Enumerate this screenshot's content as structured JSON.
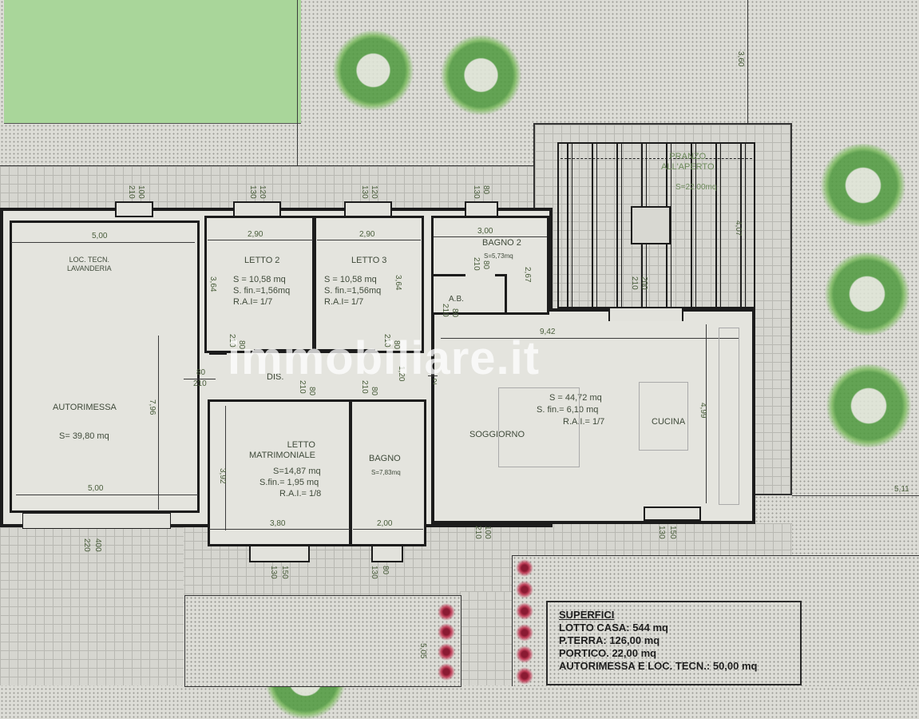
{
  "watermark": "immobiliare.it",
  "colors": {
    "lawn_green": "#a9d69a",
    "wall": "#1c1c1c",
    "label": "#3f4a3a",
    "dimension": "#4a5e3c",
    "flower": "#b0304e",
    "tree": "#4f9a3e"
  },
  "rooms": [
    {
      "id": "loc-tecn",
      "name": "LOC. TECN.\nLAVANDERIA",
      "area": "",
      "width_dim": "5,00"
    },
    {
      "id": "autorimessa",
      "name": "AUTORIMESSA",
      "area": "S= 39,80 mq",
      "width_dim": "5,00",
      "height_dim": "7,96"
    },
    {
      "id": "letto2",
      "name": "LETTO 2",
      "area": "S = 10,58 mq",
      "s_fin": "S. fin.=1,56mq",
      "rai": "R.A.I= 1/7",
      "width_dim": "2,90",
      "height_dim": "3,64"
    },
    {
      "id": "letto3",
      "name": "LETTO 3",
      "area": "S = 10,58 mq",
      "s_fin": "S. fin.=1,56mq",
      "rai": "R.A.I= 1/7",
      "width_dim": "2,90",
      "height_dim": "3,64"
    },
    {
      "id": "bagno2",
      "name": "BAGNO 2",
      "area": "S=5,73mq",
      "width_dim": "3,00",
      "height_dim": "2,67"
    },
    {
      "id": "ab",
      "name": "A.B."
    },
    {
      "id": "dis",
      "name": "DIS."
    },
    {
      "id": "matrimoniale",
      "name": "LETTO\nMATRIMONIALE",
      "area": "S=14,87 mq",
      "s_fin": "S.fin.= 1,95 mq",
      "rai": "R.A.I.= 1/8",
      "width_dim": "3,80",
      "height_dim": "3,92"
    },
    {
      "id": "bagno",
      "name": "BAGNO",
      "area": "S=7,83mq",
      "width_dim": "2,00"
    },
    {
      "id": "soggiorno",
      "name": "SOGGIORNO",
      "area": "S = 44,72 mq",
      "s_fin": "S. fin.= 6,10 mq",
      "rai": "R.A.I.= 1/7",
      "width_dim": "9,42",
      "height_dim": "4,99"
    },
    {
      "id": "cucina",
      "name": "CUCINA"
    },
    {
      "id": "pranzo",
      "name": "PRANZO\nALL'APERTO",
      "area": "S=22,00mq",
      "height_dim": "4,07"
    }
  ],
  "openings": {
    "loc_tecn_window": [
      "210",
      "100"
    ],
    "letto2_window": [
      "130",
      "120"
    ],
    "letto3_window": [
      "130",
      "120"
    ],
    "bagno2_window": [
      "130",
      "80"
    ],
    "bagno2_door": [
      "210",
      "80"
    ],
    "ab_door": [
      "210",
      "80"
    ],
    "letto2_door": [
      "210",
      "80"
    ],
    "letto3_door": [
      "210",
      "80"
    ],
    "dis_left_door": [
      "80",
      "210"
    ],
    "dis_right_door": [
      "80",
      "210"
    ],
    "matrimoniale_door": [
      "210",
      "80"
    ],
    "bagno_door": [
      "210",
      "80"
    ],
    "dis_width": "1,20",
    "pranzo_door": [
      "210",
      "200"
    ],
    "autorimessa_door": [
      "220",
      "400"
    ],
    "matrimoniale_window": [
      "130",
      "150"
    ],
    "bagno_window": [
      "130",
      "80"
    ],
    "entrance_door": [
      "210",
      "100"
    ],
    "soggiorno_window": [
      "130",
      "150"
    ]
  },
  "site_dims": {
    "top_right": "3,60",
    "right": "5,11",
    "bottom": "5,05"
  },
  "legend": {
    "title": "SUPERFICI",
    "lines": [
      "LOTTO CASA: 544 mq",
      "P.TERRA: 126,00 mq",
      "PORTICO. 22,00 mq",
      "AUTORIMESSA E LOC. TECN.: 50,00 mq"
    ]
  }
}
